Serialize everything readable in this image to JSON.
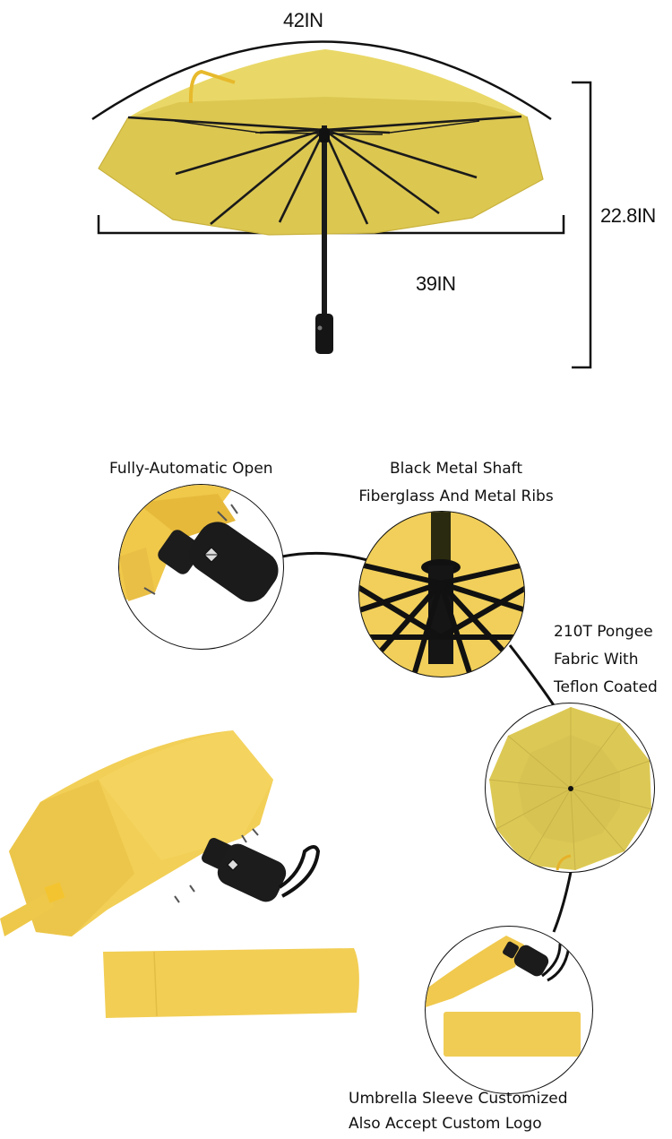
{
  "dimensions": {
    "arc_length": "42IN",
    "open_diameter": "39IN",
    "height": "22.8IN"
  },
  "features": [
    {
      "id": "auto-open",
      "lines": [
        "Fully-Automatic Open"
      ]
    },
    {
      "id": "shaft-ribs",
      "lines": [
        "Black Metal Shaft",
        "Fiberglass And Metal Ribs"
      ]
    },
    {
      "id": "fabric",
      "lines": [
        "210T Pongee",
        "Fabric With",
        "Teflon Coated"
      ]
    },
    {
      "id": "sleeve",
      "lines": [
        "Umbrella Sleeve Customized",
        "Also Accept Custom Logo"
      ]
    }
  ],
  "colors": {
    "canopy": "#e6d25a",
    "canopy_shadow": "#d9c54a",
    "canopy_top": "#e9d867",
    "folded": "#f2cd4f",
    "frame": "#1a1a1a",
    "handle": "#202020",
    "line": "#111111"
  }
}
